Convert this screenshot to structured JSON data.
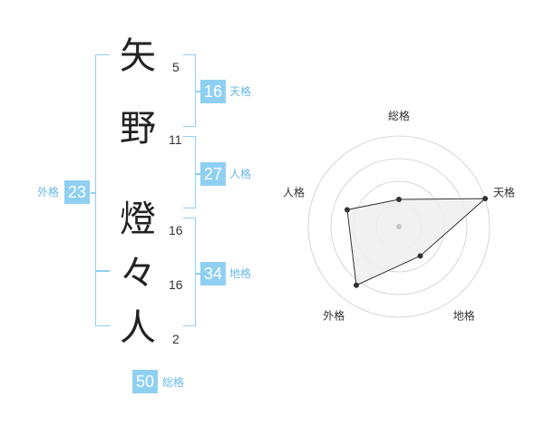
{
  "name": {
    "characters": [
      {
        "char": "矢",
        "strokes": "5"
      },
      {
        "char": "野",
        "strokes": "11"
      },
      {
        "char": "燈",
        "strokes": "16"
      },
      {
        "char": "々",
        "strokes": "16"
      },
      {
        "char": "人",
        "strokes": "2"
      }
    ]
  },
  "fortune": {
    "tenkaku": {
      "value": "16",
      "label": "天格"
    },
    "jinkaku": {
      "value": "27",
      "label": "人格"
    },
    "chikaku": {
      "value": "34",
      "label": "地格"
    },
    "gaikaku": {
      "value": "23",
      "label": "外格"
    },
    "soukaku": {
      "value": "50",
      "label": "総格"
    }
  },
  "chart_data": {
    "type": "radar",
    "axes": [
      "総格",
      "天格",
      "地格",
      "外格",
      "人格"
    ],
    "values": [
      0.3,
      1.0,
      0.4,
      0.8,
      0.6
    ],
    "rings": 4,
    "fill_color": "#efefef",
    "line_color": "#333333",
    "ring_color": "#cccccc"
  },
  "colors": {
    "accent": "#8fd0f2",
    "label": "#6ab8e6"
  }
}
